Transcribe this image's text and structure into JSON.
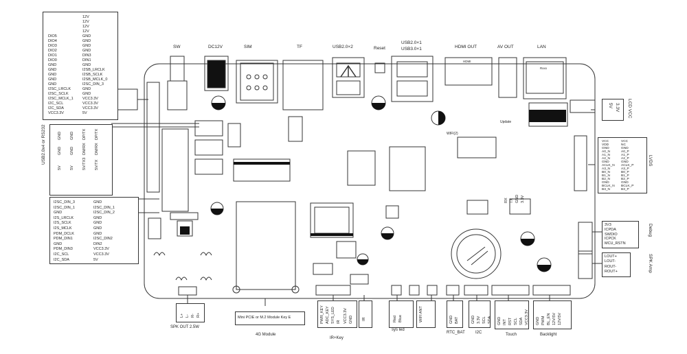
{
  "top_labels": {
    "sw": "SW",
    "dc12v": "DC12V",
    "sim": "SIM",
    "tf": "TF",
    "usb20x2": "USB2.0×2",
    "reset": "Reset",
    "usb20x1": "USB2.0×1",
    "usb30x1": "USB3.0×1",
    "hdmi": "HDMI OUT",
    "av": "AV OUT",
    "lan": "LAN"
  },
  "bottom_labels": {
    "spk": "SPK OUT 2.5W",
    "module": "4G Module",
    "module_box": "Mini PCIE or M.2 Module Key E",
    "irkey": "IR+Key",
    "ir": "IR",
    "sysled": "sys led",
    "wifi": "WIFI ANT",
    "rtc": "RTC_BAT",
    "i2c": "I2C",
    "touch": "Touch",
    "backlight": "Backlight"
  },
  "side_labels": {
    "uart": "USB2.0x4 or RS232",
    "lcd_vcc": "LCD VCC",
    "lvds": "LVDS",
    "debug": "Debug",
    "spk_ahp": "SPK Amp"
  },
  "board_marks": {
    "hdmi_mark": "HDMI",
    "lan_mark": "Rxxx",
    "update": "Update",
    "wifi_mark": "WIFI(2)"
  },
  "top_left_box": {
    "rows": [
      [
        "",
        "12V"
      ],
      [
        "",
        "12V"
      ],
      [
        "",
        "12V"
      ],
      [
        "",
        "12V"
      ],
      [
        "DIO5",
        "GND"
      ],
      [
        "DIO4",
        "GND"
      ],
      [
        "DIO3",
        "GND"
      ],
      [
        "DIO2",
        "GND"
      ],
      [
        "DIO1",
        "DIN3"
      ],
      [
        "DIO0",
        "DIN1"
      ],
      [
        "GND",
        "GND"
      ],
      [
        "GND",
        "I2SB_LRCLK"
      ],
      [
        "GND",
        "I2SB_SCLK"
      ],
      [
        "GND",
        "I2SB_MCLK_0"
      ],
      [
        "GND",
        "I2SC_DIN_3"
      ],
      [
        "I2SC_LRCLK",
        "GND"
      ],
      [
        "I2SC_SCLK",
        "GND"
      ],
      [
        "I2SC_MCLK_1",
        "VCC3.3V"
      ],
      [
        "I2C_SCL",
        "VCC3.3V"
      ],
      [
        "I2C_SDA",
        "VCC3.3V"
      ],
      [
        "VCC3.3V",
        "5V"
      ]
    ]
  },
  "mid_left_box": {
    "rows": [
      [
        "5V",
        "GND",
        "GND"
      ],
      [
        "5V",
        "GND",
        "GND"
      ],
      [
        "5V/TX3",
        "DM/RX",
        "DP/TX"
      ],
      [
        "5V/TX",
        "DM/RX",
        "DP/TX"
      ]
    ]
  },
  "low_left_box": {
    "rows": [
      [
        "I2SC_DIN_3",
        "GND"
      ],
      [
        "I2SC_DIN_1",
        "I2SC_DIN_1"
      ],
      [
        "GND",
        "I2SC_DIN_2"
      ],
      [
        "I2S_LRCLK",
        "GND"
      ],
      [
        "I2S_SCLK",
        "GND"
      ],
      [
        "I2S_MCLK",
        "GND"
      ],
      [
        "PDM_DCLK",
        "GND"
      ],
      [
        "PDM_DIN1",
        "I2SC_DIN2"
      ],
      [
        "GND",
        "DIN2"
      ],
      [
        "PDM_DIN3",
        "VCC3.3V"
      ],
      [
        "I2C_SCL",
        "VCC3.3V"
      ],
      [
        "I2C_SDA",
        "5V"
      ]
    ]
  },
  "lcd_vcc_box": [
    "5V",
    "3.3V"
  ],
  "lvds_box": {
    "rows": [
      [
        "VCC",
        "VCC"
      ],
      [
        "VDD",
        "NC"
      ],
      [
        "GND",
        "GND"
      ],
      [
        "A0_N",
        "A0_P"
      ],
      [
        "A1_N",
        "A1_P"
      ],
      [
        "A2_N",
        "A2_P"
      ],
      [
        "GND",
        "GND"
      ],
      [
        "ACLK_N",
        "ACLK_P"
      ],
      [
        "A3_N",
        "A3_P"
      ],
      [
        "B0_N",
        "B0_P"
      ],
      [
        "B1_N",
        "B1_P"
      ],
      [
        "B2_N",
        "B2_P"
      ],
      [
        "GND",
        "GND"
      ],
      [
        "BCLK_N",
        "BCLK_P"
      ],
      [
        "B3_N",
        "B3_P"
      ]
    ]
  },
  "debug_box": [
    "3V3",
    "ICPDA",
    "SWDIO",
    "ICPCK",
    "MCU_RSTN"
  ],
  "spk_box": [
    "LOUT+",
    "LOUT-",
    "ROUT-",
    "ROUT+"
  ],
  "bottom_pins": {
    "spk": [
      "L+",
      "L-",
      "R-",
      "R+"
    ],
    "irkey": [
      "PWR_KEY",
      "ADC_KEY",
      "SYS_LED",
      "IR"
    ],
    "irkey2": [
      "VCC3.3V",
      "GND"
    ],
    "ir": [
      "IR"
    ],
    "sysled": [
      "Red",
      "Blue"
    ],
    "rtc": [
      "GND",
      "BAT"
    ],
    "i2c": [
      "GND",
      "3.3V",
      "SCL",
      "SDA"
    ],
    "touch": [
      "GND",
      "INT",
      "RST",
      "SCL",
      "SDA",
      "VCC3.3V"
    ],
    "backlight": [
      "GND",
      "PWM",
      "BL_EN",
      "12V/5V",
      "12V/5V"
    ]
  },
  "vertical_mid": [
    "RX",
    "TX",
    "GND",
    "3.3V"
  ]
}
